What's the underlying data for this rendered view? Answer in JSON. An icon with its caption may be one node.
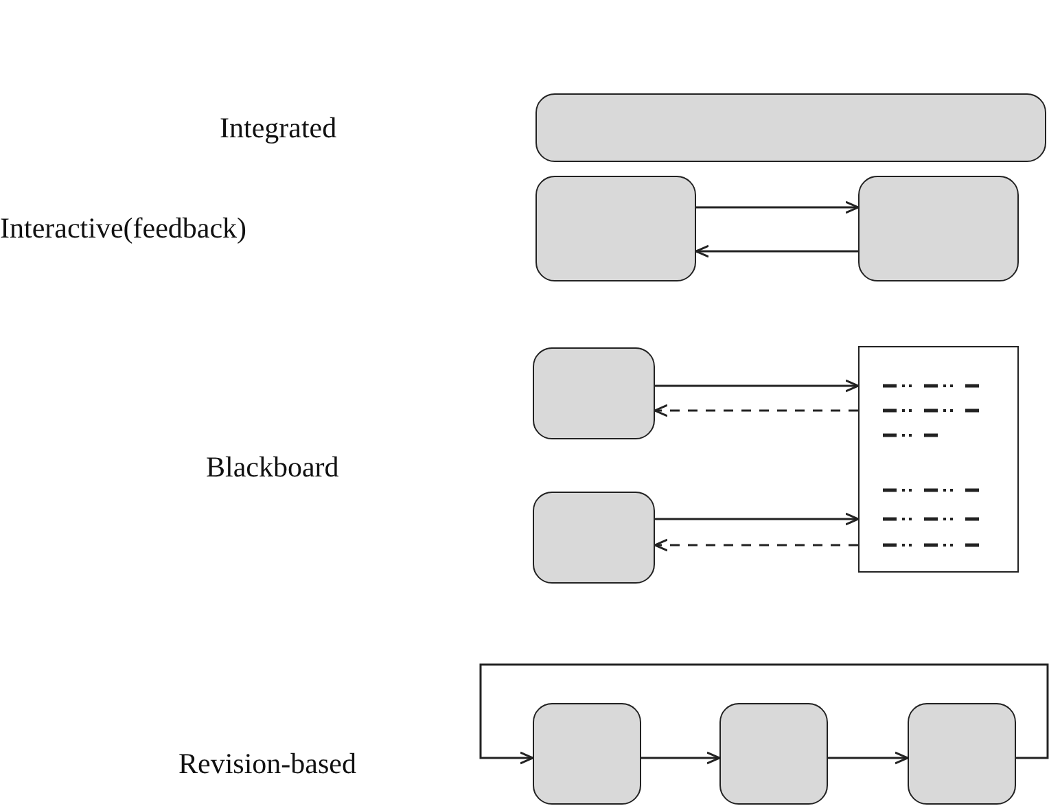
{
  "diagram": {
    "nodes": [
      {
        "text": [],
        "shape": "box"
      },
      {
        "text": [],
        "shape": "box"
      },
      {
        "text": [],
        "shape": "box"
      },
      {
        "text": [],
        "shape": "box"
      },
      {
        "text": [],
        "shape": "box"
      },
      {
        "text": [],
        "shape": "box"
      },
      {
        "text": [],
        "shape": "box"
      },
      {
        "text": [],
        "shape": "box"
      },
      {
        "text": [],
        "shape": "box"
      }
    ],
    "edges": [
      {
        "from": 1,
        "to": 2,
        "arrow": "to"
      },
      {
        "from": 2,
        "to": 1,
        "arrow": "to"
      },
      {
        "from": 3,
        "to": 5,
        "arrow": "to"
      },
      {
        "from": 5,
        "to": 3,
        "arrow": "to",
        "style": "dashed"
      },
      {
        "from": 4,
        "to": 5,
        "arrow": "to"
      },
      {
        "from": 5,
        "to": 4,
        "arrow": "to",
        "style": "dashed"
      },
      {
        "from": 6,
        "to": 7,
        "arrow": "to"
      },
      {
        "from": 7,
        "to": 8,
        "arrow": "to"
      },
      {
        "from": 8,
        "to": 6,
        "arrow": "to"
      }
    ],
    "labels": [
      "Integrated",
      "Interactive(feedback)",
      "Blackboard",
      "Revision-based"
    ]
  }
}
